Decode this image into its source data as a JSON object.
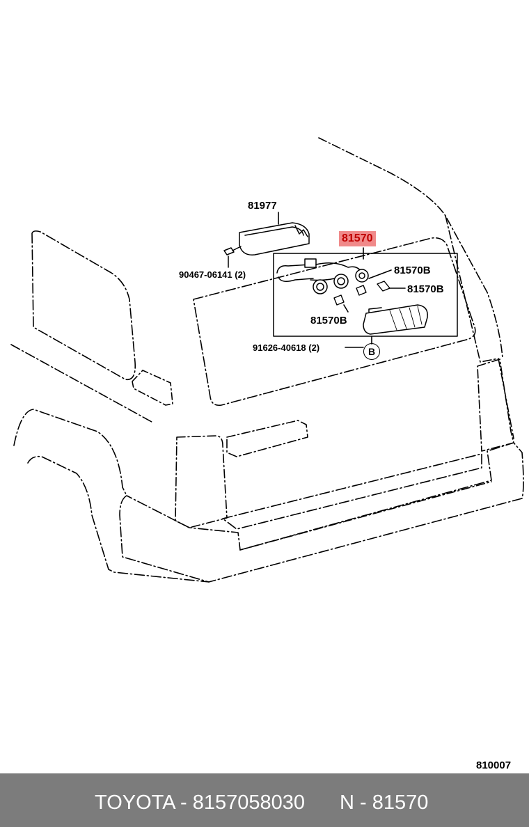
{
  "diagram": {
    "callouts": {
      "tail_light_cover": "81977",
      "screw": "90467-06141 (2)",
      "main_part": "81570",
      "bulb_top": "81570B",
      "bulb_right": "81570B",
      "bulb_bottom": "81570B",
      "clip": "91626-40618 (2)",
      "ref_circle": "B"
    },
    "page_code": "810007"
  },
  "footer": {
    "part_line": "TOYOTA - 8157058030",
    "ref_line": "N - 81570"
  },
  "colors": {
    "footer_bg": "#7c7c7c",
    "highlight_bg": "#f08a8a",
    "highlight_text": "#c00000"
  }
}
